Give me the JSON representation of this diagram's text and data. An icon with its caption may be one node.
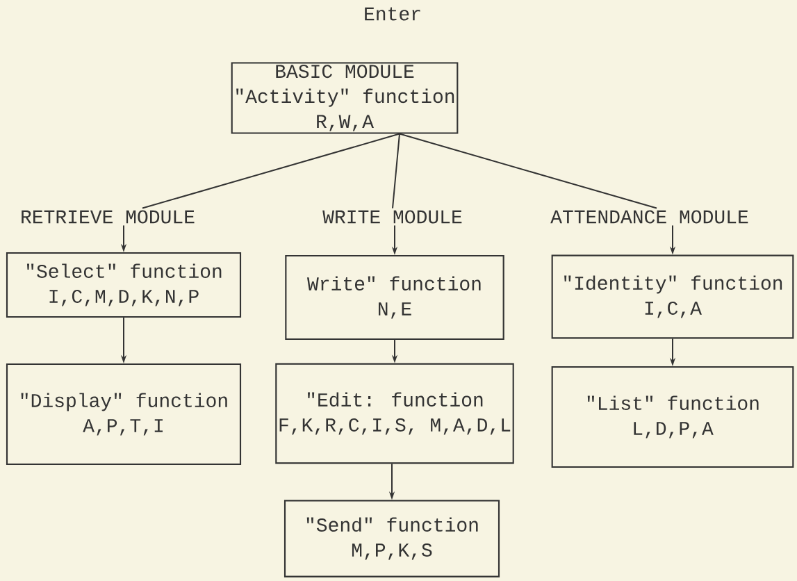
{
  "diagram": {
    "nodes": [
      {
        "text": [
          "BASIC MODULE",
          "\"Activity\" function",
          "R,W,A"
        ]
      },
      {
        "text": [
          "RETRIEVE MODULE"
        ]
      },
      {
        "text": [
          "WRITE MODULE"
        ]
      },
      {
        "text": [
          "ATTENDANCE MODULE"
        ]
      },
      {
        "text": [
          "\"Select\" function",
          "I,C,M,D,K,N,P"
        ]
      },
      {
        "text": [
          "\"Display\" function",
          "A,P,T,I"
        ]
      },
      {
        "text": [
          "Write\" function",
          "N,E"
        ]
      },
      {
        "text": [
          "\"Edit: function",
          "F,K,R,C,I,S, M,A,D,L"
        ]
      },
      {
        "text": [
          "\"Send\" function",
          "M,P,K,S"
        ]
      },
      {
        "text": [
          "\"Identity\" function",
          "I,C,A"
        ]
      },
      {
        "text": [
          "\"List\" function",
          "L,D,P,A"
        ]
      }
    ],
    "edges": [
      {
        "from": 0,
        "to": 1,
        "arrow": "none"
      },
      {
        "from": 0,
        "to": 2,
        "arrow": "none"
      },
      {
        "from": 0,
        "to": 3,
        "arrow": "none"
      },
      {
        "from": 1,
        "to": 4,
        "arrow": "to"
      },
      {
        "from": 4,
        "to": 5,
        "arrow": "to"
      },
      {
        "from": 2,
        "to": 6,
        "arrow": "to"
      },
      {
        "from": 6,
        "to": 7,
        "arrow": "to"
      },
      {
        "from": 7,
        "to": 8,
        "arrow": "to"
      },
      {
        "from": 3,
        "to": 9,
        "arrow": "to"
      },
      {
        "from": 9,
        "to": 10,
        "arrow": "to"
      }
    ],
    "labels": [
      "Enter"
    ]
  }
}
